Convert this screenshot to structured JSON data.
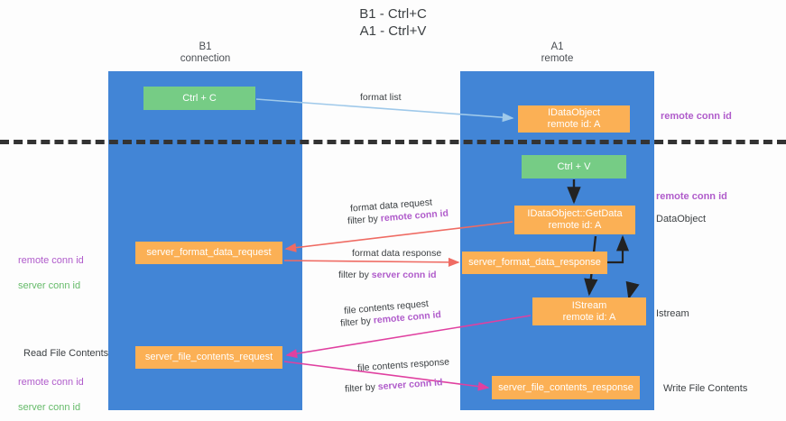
{
  "title": "B1 - Ctrl+C\nA1 - Ctrl+V",
  "lanes": [
    {
      "id": "b1",
      "label": "B1\nconnection"
    },
    {
      "id": "a1",
      "label": "A1\nremote"
    }
  ],
  "nodes": [
    {
      "id": "ctrl-c",
      "label": "Ctrl + C",
      "color": "#76cc85"
    },
    {
      "id": "idataobject",
      "label": "IDataObject\nremote id: A",
      "color": "#fbb055"
    },
    {
      "id": "ctrl-v",
      "label": "Ctrl + V",
      "color": "#76cc85"
    },
    {
      "id": "getdata",
      "label": "IDataObject::GetData\nremote id: A",
      "color": "#fbb055"
    },
    {
      "id": "server-format-data-request",
      "label": "server_format_data_request",
      "color": "#fbb055"
    },
    {
      "id": "server-format-data-response",
      "label": "server_format_data_response",
      "color": "#fbb055"
    },
    {
      "id": "istream",
      "label": "IStream\nremote id: A",
      "color": "#fbb055"
    },
    {
      "id": "server-file-contents-request",
      "label": "server_file_contents_request",
      "color": "#fbb055"
    },
    {
      "id": "server-file-contents-response",
      "label": "server_file_contents_response",
      "color": "#fbb055"
    }
  ],
  "edges": {
    "format_list": "format list",
    "format_data_request": "format data request",
    "format_data_request_filter_prefix": "filter by ",
    "format_data_request_filter_key": "remote conn id",
    "format_data_response": "format data response",
    "format_data_response_filter_prefix": "filter by ",
    "format_data_response_filter_key": "server conn id",
    "file_contents_request": "file contents request",
    "file_contents_request_filter_prefix": "filter by ",
    "file_contents_request_filter_key": "remote conn id",
    "file_contents_response": "file contents response",
    "file_contents_response_filter_prefix": "filter by ",
    "file_contents_response_filter_key": "server conn id"
  },
  "annotations": {
    "right_remote_conn_id_top": "remote conn id",
    "right_remote_conn_id_mid": "remote conn id",
    "right_dataobject": "DataObject",
    "right_istream": "Istream",
    "right_write_file_contents": "Write File Contents",
    "left_remote_conn_id": "remote conn id",
    "left_server_conn_id": "server conn id",
    "left_read_file_contents": "Read File Contents",
    "left_remote_conn_id_2": "remote conn id",
    "left_server_conn_id_2": "server conn id"
  },
  "colors": {
    "lane": "#4285d6",
    "node_green": "#76cc85",
    "node_orange": "#fbb055",
    "purple": "#b05ccb",
    "green_text": "#66bb6a",
    "arrow_blue": "#9fc9ea",
    "arrow_red": "#ef6b63",
    "arrow_magenta": "#e040a0",
    "arrow_black": "#222222",
    "divider": "#333333"
  }
}
